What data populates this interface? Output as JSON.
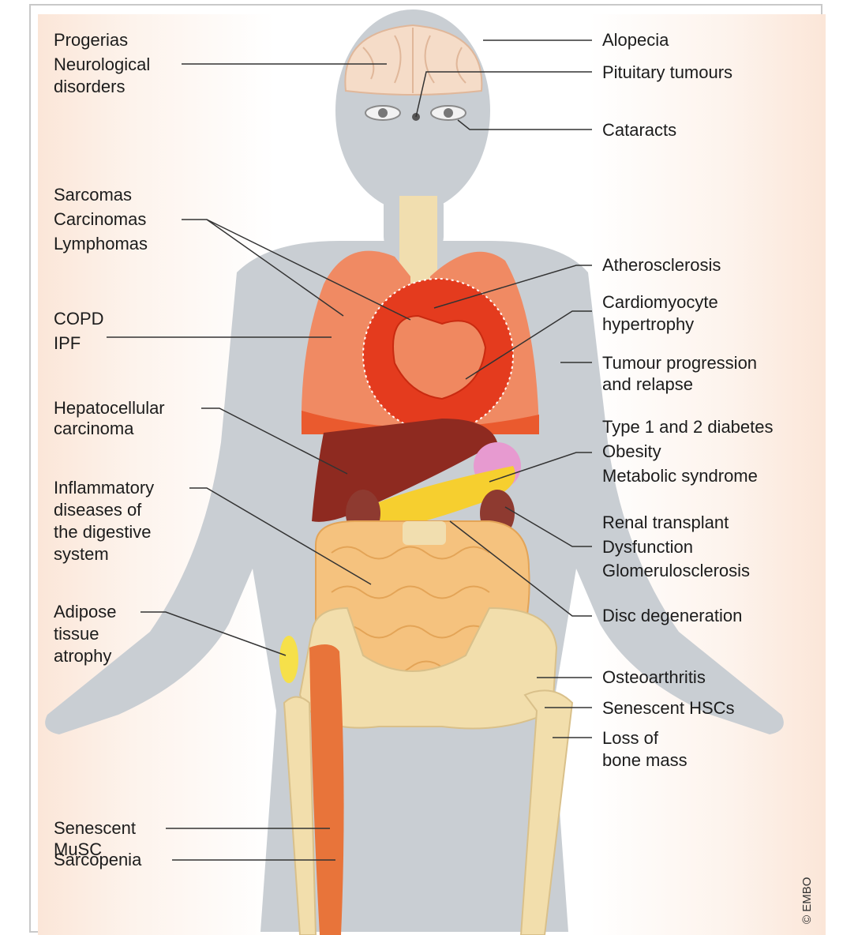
{
  "colors": {
    "background_edge": "#fbe6d8",
    "silhouette": "#c9ced3",
    "lung": "#f08a63",
    "heart_region": "#e43b1e",
    "liver": "#8e2a20",
    "pancreas": "#f6cf2f",
    "intestine": "#f5c27e",
    "bone": "#f2deac",
    "muscle": "#e8743a",
    "leader_line": "#333333"
  },
  "labels": {
    "progerias": "Progerias",
    "neurological_1": "Neurological",
    "neurological_2": "disorders",
    "sarcomas": "Sarcomas",
    "carcinomas": "Carcinomas",
    "lymphomas": "Lymphomas",
    "copd": "COPD",
    "ipf": "IPF",
    "hepatocellular_1": "Hepatocellular",
    "hepatocellular_2": "carcinoma",
    "inflammatory_1": "Inflammatory",
    "inflammatory_2": "diseases of",
    "inflammatory_3": "the digestive",
    "inflammatory_4": "system",
    "adipose_1": "Adipose",
    "adipose_2": "tissue",
    "adipose_3": "atrophy",
    "senescent_musc_1": "Senescent",
    "senescent_musc_2": "MuSC",
    "sarcopenia": "Sarcopenia",
    "alopecia": "Alopecia",
    "pituitary": "Pituitary tumours",
    "cataracts": "Cataracts",
    "atherosclerosis": "Atherosclerosis",
    "cardiomyocyte_1": "Cardiomyocyte",
    "cardiomyocyte_2": "hypertrophy",
    "tumour_1": "Tumour progression",
    "tumour_2": "and relapse",
    "diabetes": "Type 1 and 2 diabetes",
    "obesity": "Obesity",
    "metabolic": "Metabolic syndrome",
    "renal": "Renal transplant",
    "dysfunction": "Dysfunction",
    "glomerulo": "Glomerulosclerosis",
    "disc": "Disc degeneration",
    "osteoarthritis": "Osteoarthritis",
    "hscs": "Senescent HSCs",
    "bone_1": "Loss of",
    "bone_2": "bone mass"
  },
  "copyright": "© EMBO"
}
